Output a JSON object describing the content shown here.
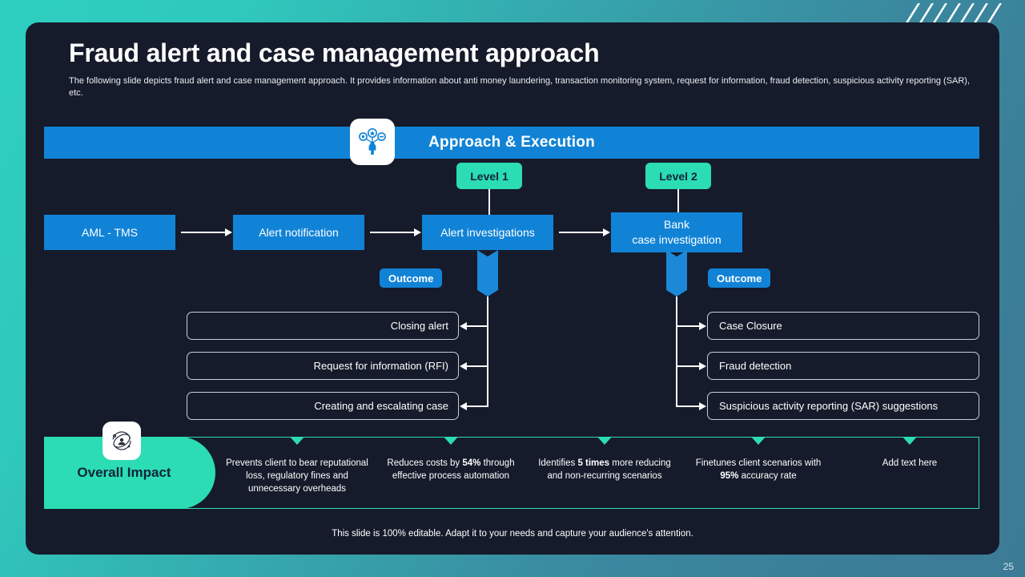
{
  "page": {
    "number": "25"
  },
  "header": {
    "title": "Fraud alert and case management approach",
    "subtitle": "The following slide depicts fraud alert and case management approach. It provides information about anti money laundering, transaction monitoring system, request for information, fraud detection, suspicious activity reporting (SAR), etc."
  },
  "banner": {
    "label": "Approach & Execution",
    "icon": "people-approach-icon"
  },
  "levels": [
    {
      "label": "Level 1"
    },
    {
      "label": "Level 2"
    }
  ],
  "process": [
    {
      "label": "AML - TMS"
    },
    {
      "label": "Alert notification"
    },
    {
      "label": "Alert investigations"
    },
    {
      "line1": "Bank",
      "line2": "case investigation"
    }
  ],
  "outcome_badges": [
    {
      "label": "Outcome"
    },
    {
      "label": "Outcome"
    }
  ],
  "left_outcomes": [
    {
      "label": "Closing alert"
    },
    {
      "label": "Request for information (RFI)"
    },
    {
      "label": "Creating and escalating case"
    }
  ],
  "right_outcomes": [
    {
      "label": "Case Closure"
    },
    {
      "label": "Fraud detection"
    },
    {
      "label": "Suspicious activity reporting (SAR) suggestions"
    }
  ],
  "impact": {
    "label": "Overall Impact",
    "icon": "target-orbit-icon",
    "items": [
      {
        "pre": "Prevents client to bear reputational loss, regulatory fines and unnecessary overheads",
        "strong": "",
        "post": ""
      },
      {
        "pre": "Reduces costs by ",
        "strong": "54%",
        "post": " through effective process automation"
      },
      {
        "pre": "Identifies ",
        "strong": "5 times",
        "post": " more reducing and non-recurring scenarios"
      },
      {
        "pre": "Finetunes client scenarios with ",
        "strong": "95%",
        "post": " accuracy rate"
      },
      {
        "pre": "Add text here",
        "strong": "",
        "post": ""
      }
    ]
  },
  "footer": {
    "note": "This slide is 100% editable. Adapt it to your needs and capture your audience's attention."
  },
  "colors": {
    "accent_blue": "#1183d6",
    "accent_teal": "#2bdcb4",
    "slide_bg": "#161b2b"
  }
}
